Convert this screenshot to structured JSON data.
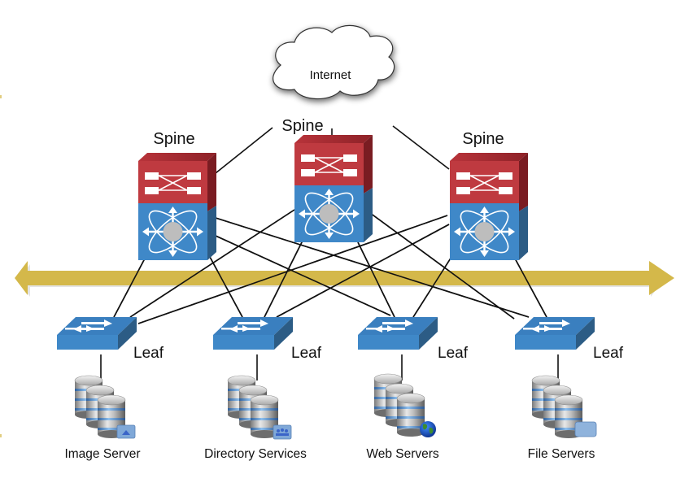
{
  "diagram": {
    "title": "Spine-Leaf Network Topology",
    "internet": {
      "label": "Internet",
      "icon": "cloud-icon"
    },
    "spines": [
      {
        "id": "spine-1",
        "label": "Spine",
        "icon": "multilayer-switch-icon"
      },
      {
        "id": "spine-2",
        "label": "Spine",
        "icon": "multilayer-switch-icon"
      },
      {
        "id": "spine-3",
        "label": "Spine",
        "icon": "multilayer-switch-icon"
      }
    ],
    "leaves": [
      {
        "id": "leaf-1",
        "label": "Leaf",
        "icon": "layer2-switch-icon"
      },
      {
        "id": "leaf-2",
        "label": "Leaf",
        "icon": "layer2-switch-icon"
      },
      {
        "id": "leaf-3",
        "label": "Leaf",
        "icon": "layer2-switch-icon"
      },
      {
        "id": "leaf-4",
        "label": "Leaf",
        "icon": "layer2-switch-icon"
      }
    ],
    "servers": [
      {
        "id": "image-server",
        "label": "Image Server",
        "badge": "image-folder-icon",
        "leaf": "leaf-1"
      },
      {
        "id": "directory-services",
        "label": "Directory Services",
        "badge": "users-folder-icon",
        "leaf": "leaf-2"
      },
      {
        "id": "web-servers",
        "label": "Web Servers",
        "badge": "globe-icon",
        "leaf": "leaf-3"
      },
      {
        "id": "file-servers",
        "label": "File Servers",
        "badge": "folder-icon",
        "leaf": "leaf-4"
      }
    ],
    "fabric_arrow": {
      "direction": "bidirectional",
      "icon": "double-arrow-icon"
    },
    "links": {
      "internet_to_spines": [
        "spine-1",
        "spine-2",
        "spine-3"
      ],
      "spine_to_leaf": "full-mesh"
    },
    "colors": {
      "spine_top": "#b8333a",
      "switch_blue": "#3d85c6",
      "switch_side": "#2c5c85",
      "fabric_gold": "#d4b84a",
      "link": "#111111"
    }
  }
}
